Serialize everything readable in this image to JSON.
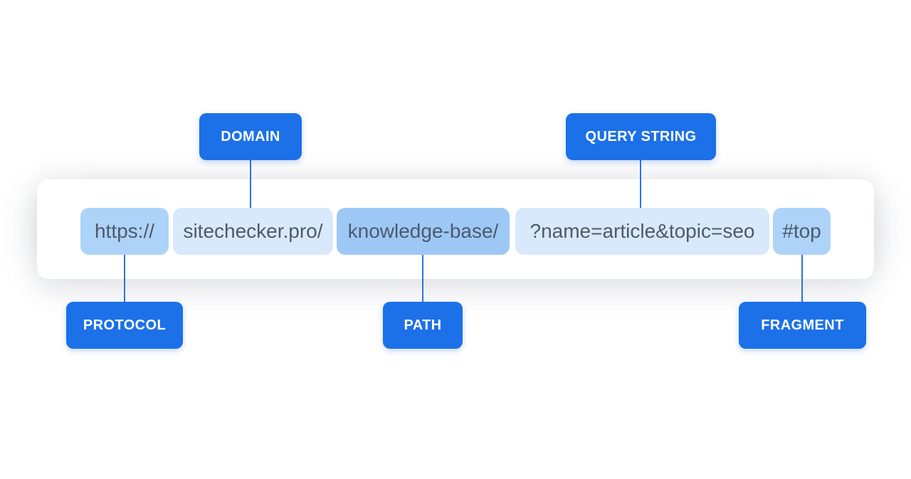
{
  "url": {
    "full": "https://sitechecker.pro/knowledge-base/?name=article&topic=seo#top",
    "segments": [
      {
        "name": "protocol",
        "text": "https://",
        "tone": "medium"
      },
      {
        "name": "domain",
        "text": "sitechecker.pro/",
        "tone": "light"
      },
      {
        "name": "path",
        "text": "knowledge-base/",
        "tone": "dark"
      },
      {
        "name": "query_string",
        "text": "?name=article&topic=seo",
        "tone": "light"
      },
      {
        "name": "fragment",
        "text": "#top",
        "tone": "medium"
      }
    ]
  },
  "callouts": [
    {
      "name": "domain",
      "label": "DOMAIN",
      "position": "above"
    },
    {
      "name": "query_string",
      "label": "QUERY STRING",
      "position": "above"
    },
    {
      "name": "protocol",
      "label": "PROTOCOL",
      "position": "below"
    },
    {
      "name": "path",
      "label": "PATH",
      "position": "below"
    },
    {
      "name": "fragment",
      "label": "FRAGMENT",
      "position": "below"
    }
  ],
  "colors": {
    "page_bg": "#ffffff",
    "bar_bg": "#ffffff",
    "label_bg": "#1c70e8",
    "label_text": "#ffffff",
    "segment_medium": "#aed3f8",
    "segment_light": "#d9e9fc",
    "segment_dark": "#9dc8f6",
    "url_text": "#4d5a6b",
    "connector": "#2b74e4"
  }
}
